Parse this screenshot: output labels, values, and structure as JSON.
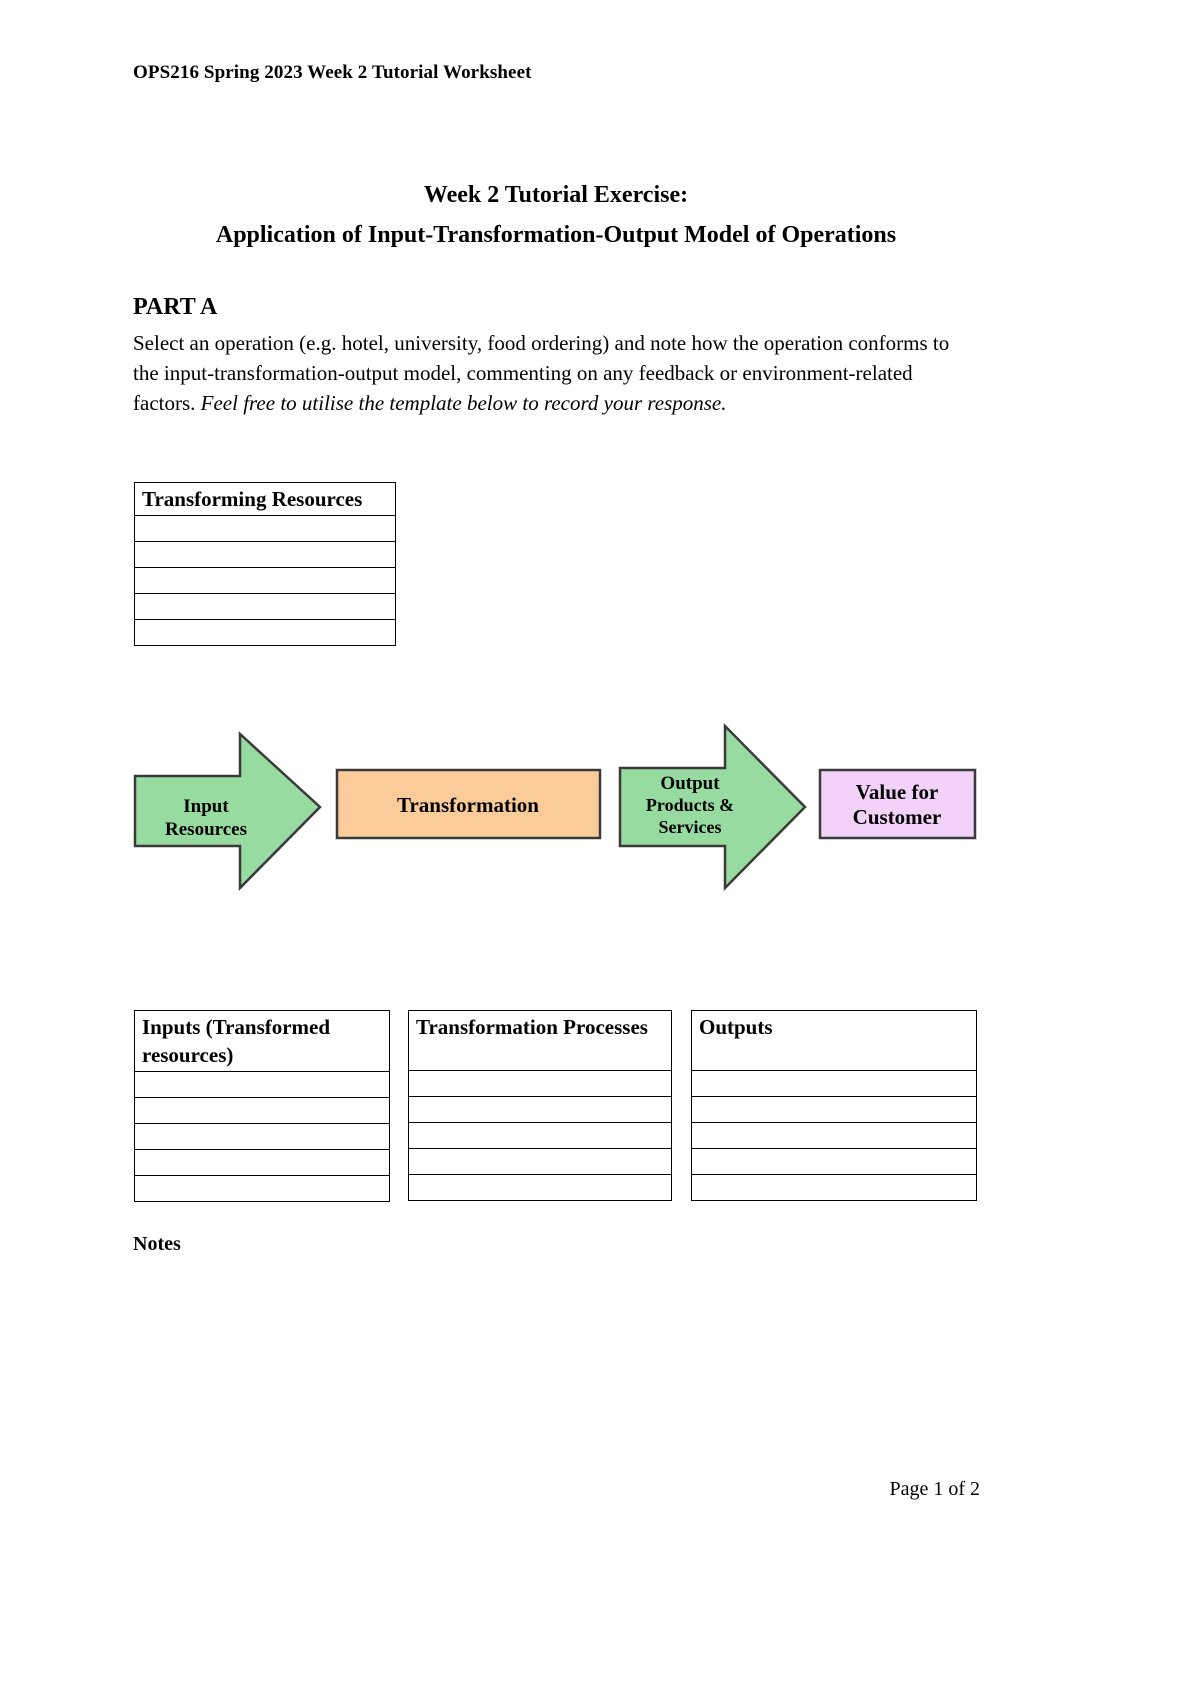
{
  "document": {
    "header": "OPS216 Spring 2023 Week 2 Tutorial Worksheet",
    "title_line1": "Week 2 Tutorial Exercise:",
    "title_line2": "Application of Input-Transformation-Output Model of Operations",
    "footer": "Page 1 of 2"
  },
  "part_a": {
    "label": "PART A",
    "body_plain": "Select an operation (e.g. hotel, university, food ordering) and note how the operation conforms to the input-transformation-output model, commenting on any feedback or environment-related factors. ",
    "body_italic": "Feel free to utilise the template below to record your response."
  },
  "transforming_table": {
    "header": "Transforming Resources",
    "rows": [
      "",
      "",
      "",
      "",
      ""
    ]
  },
  "diagram": {
    "input_arrow": {
      "line1": "Input",
      "line2": "Resources",
      "fill": "#98DBA0",
      "stroke": "#3A3A3A"
    },
    "transformation_box": {
      "label": "Transformation",
      "fill": "#FBCC99",
      "stroke": "#3A3A3A"
    },
    "output_arrow": {
      "line1": "Output",
      "line2": "Products &",
      "line3": "Services",
      "fill": "#98DBA0",
      "stroke": "#3A3A3A"
    },
    "value_box": {
      "line1": "Value for",
      "line2": "Customer",
      "fill": "#F2D2F8",
      "stroke": "#3A3A3A"
    }
  },
  "bottom_tables": [
    {
      "header": "Inputs (Transformed resources)",
      "rows": [
        "",
        "",
        "",
        "",
        ""
      ]
    },
    {
      "header": "Transformation Processes",
      "rows": [
        "",
        "",
        "",
        "",
        ""
      ]
    },
    {
      "header": "Outputs",
      "rows": [
        "",
        "",
        "",
        "",
        ""
      ]
    }
  ],
  "notes": {
    "label": "Notes"
  }
}
